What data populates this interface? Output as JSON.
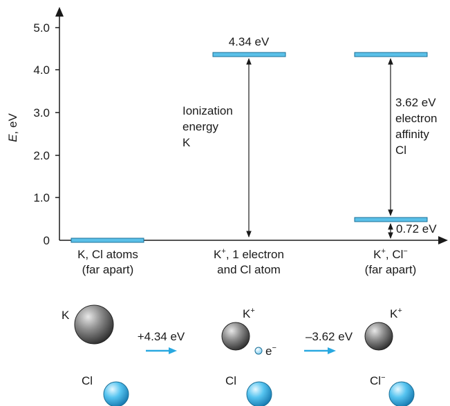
{
  "axis": {
    "label_var": "E",
    "label_unit": ", eV",
    "ticks": [
      "5.0",
      "4.0",
      "3.0",
      "2.0",
      "1.0",
      "0"
    ]
  },
  "levels": {
    "ionized_value": "4.34 eV",
    "ionization_label": [
      "Ionization",
      "energy",
      "K"
    ],
    "affinity_value": "3.62 eV",
    "affinity_label": [
      "electron",
      "affinity",
      "Cl"
    ],
    "final_value": "0.72 eV"
  },
  "states": {
    "atoms": [
      "K, Cl atoms",
      "(far apart)"
    ],
    "ionized_line1_base": "K",
    "ionized_line1_sup": "+",
    "ionized_line1_rest": ", 1 electron",
    "ionized_line2": "and Cl atom",
    "ions_k": "K",
    "ions_k_sup": "+",
    "ions_cl": ", Cl",
    "ions_cl_sup": "−",
    "ions_line2": "(far apart)"
  },
  "process": {
    "atom1_k": "K",
    "atom1_cl": "Cl",
    "step1_energy": "+4.34 eV",
    "atom2_k": "K",
    "atom2_k_sup": "+",
    "atom2_e": "e",
    "atom2_e_sup": "−",
    "atom2_cl": "Cl",
    "step2_energy": "–3.62 eV",
    "atom3_k": "K",
    "atom3_k_sup": "+",
    "atom3_cl": "Cl",
    "atom3_cl_sup": "−"
  },
  "colors": {
    "level_fill": "#5bc0e8",
    "level_stroke": "#1a6f97",
    "arrow_blue": "#29a8e0",
    "axis": "#1a1a1a"
  }
}
